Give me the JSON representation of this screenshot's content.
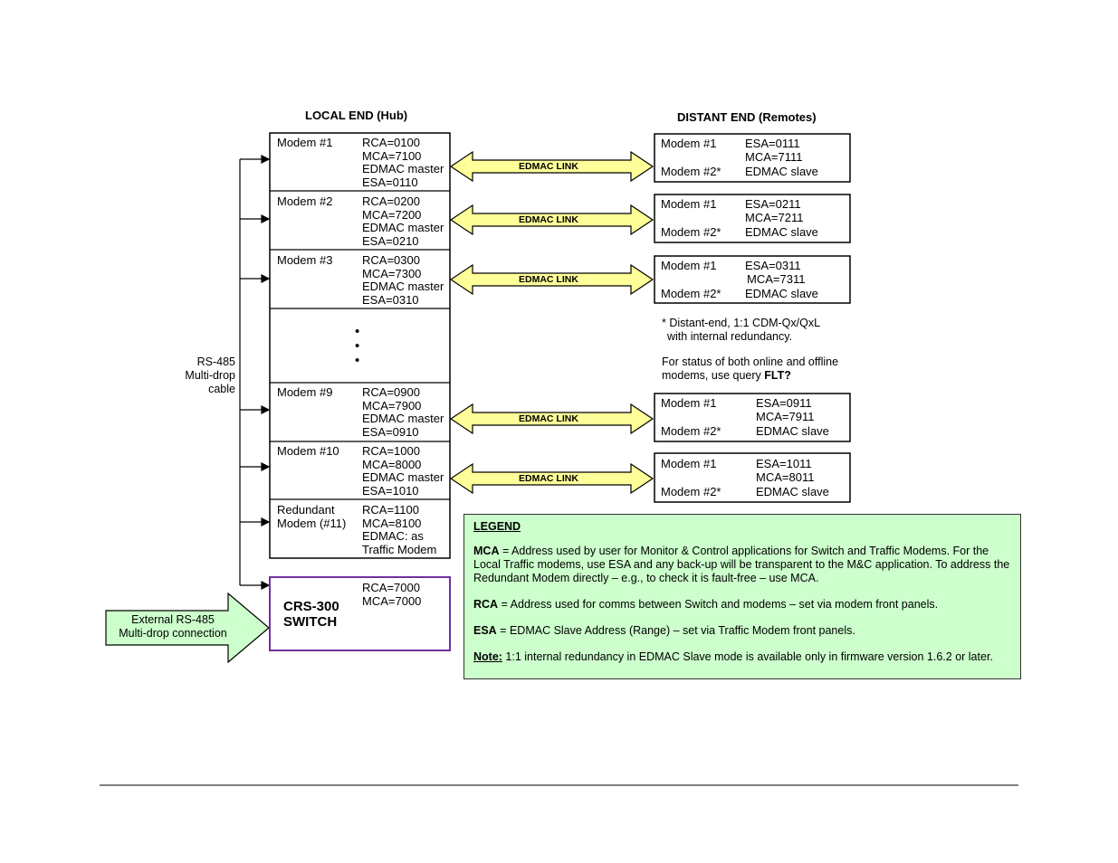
{
  "headers": {
    "local": "LOCAL END (Hub)",
    "distant": "DISTANT END (Remotes)"
  },
  "local_modems": [
    {
      "name": "Modem #1",
      "rca": "RCA=0100",
      "mca": "MCA=7100",
      "role": "EDMAC master",
      "esa": "ESA=0110"
    },
    {
      "name": "Modem #2",
      "rca": "RCA=0200",
      "mca": "MCA=7200",
      "role": "EDMAC master",
      "esa": "ESA=0210"
    },
    {
      "name": "Modem #3",
      "rca": "RCA=0300",
      "mca": "MCA=7300",
      "role": "EDMAC master",
      "esa": "ESA=0310"
    },
    {
      "name": "Modem #9",
      "rca": "RCA=0900",
      "mca": "MCA=7900",
      "role": "EDMAC master",
      "esa": "ESA=0910"
    },
    {
      "name": "Modem #10",
      "rca": "RCA=1000",
      "mca": "MCA=8000",
      "role": "EDMAC master",
      "esa": "ESA=1010"
    }
  ],
  "redundant": {
    "name1": "Redundant",
    "name2": "Modem (#11)",
    "rca": "RCA=1100",
    "mca": "MCA=8100",
    "l3": "EDMAC: as",
    "l4": "Traffic Modem"
  },
  "ellipsis": [
    "•",
    "•",
    "•"
  ],
  "switch": {
    "name1": "CRS-300",
    "name2": "SWITCH",
    "rca": "RCA=7000",
    "mca": "MCA=7000"
  },
  "link_label": "EDMAC LINK",
  "bus_label": [
    "RS-485",
    "Multi-drop",
    "cable"
  ],
  "external_label": [
    "External RS-485",
    "Multi-drop connection"
  ],
  "remotes": [
    {
      "m1": "Modem #1",
      "esa": "ESA=0111",
      "mca": "MCA=7111",
      "m2": "Modem #2*",
      "role": "EDMAC slave"
    },
    {
      "m1": "Modem #1",
      "esa": "ESA=0211",
      "mca": "MCA=7211",
      "m2": "Modem #2*",
      "role": "EDMAC slave"
    },
    {
      "m1": "Modem #1",
      "esa": "ESA=0311",
      "mca": "MCA=7311",
      "m2": "Modem #2*",
      "role": "EDMAC slave"
    },
    {
      "m1": "Modem #1",
      "esa": "ESA=0911",
      "mca": "MCA=7911",
      "m2": "Modem #2*",
      "role": "EDMAC slave"
    },
    {
      "m1": "Modem #1",
      "esa": "ESA=1011",
      "mca": "MCA=8011",
      "m2": "Modem #2*",
      "role": "EDMAC slave"
    }
  ],
  "notes": {
    "note1_l1": "* Distant-end, 1:1 CDM-Qx/QxL",
    "note1_l2": "with internal redundancy.",
    "note2_l1": "For status of both online and offline",
    "note2_l2": "modems, use query ",
    "note2_cmd": "FLT?"
  },
  "legend": {
    "title": "LEGEND",
    "mca_key": "MCA",
    "mca_text": " = Address used by user for Monitor & Control applications for Switch and Traffic Modems. For the Local Traffic modems, use ESA and any back-up will be transparent to the M&C application. To address the Redundant Modem directly – e.g., to check it is fault-free – use MCA.",
    "rca_key": "RCA",
    "rca_text": " = Address used for comms between Switch and modems – set via modem front panels.",
    "esa_key": "ESA",
    "esa_text": " = EDMAC Slave Address (Range) – set via Traffic Modem front panels.",
    "note_key": "Note:",
    "note_text": " 1:1 internal redundancy in EDMAC Slave mode is available only in firmware version 1.6.2 or later."
  },
  "colors": {
    "link_fill": "#ffff99",
    "switch_border": "#7030a0",
    "legend_bg": "#ccffcc",
    "external_arrow": "#ccffcc"
  }
}
